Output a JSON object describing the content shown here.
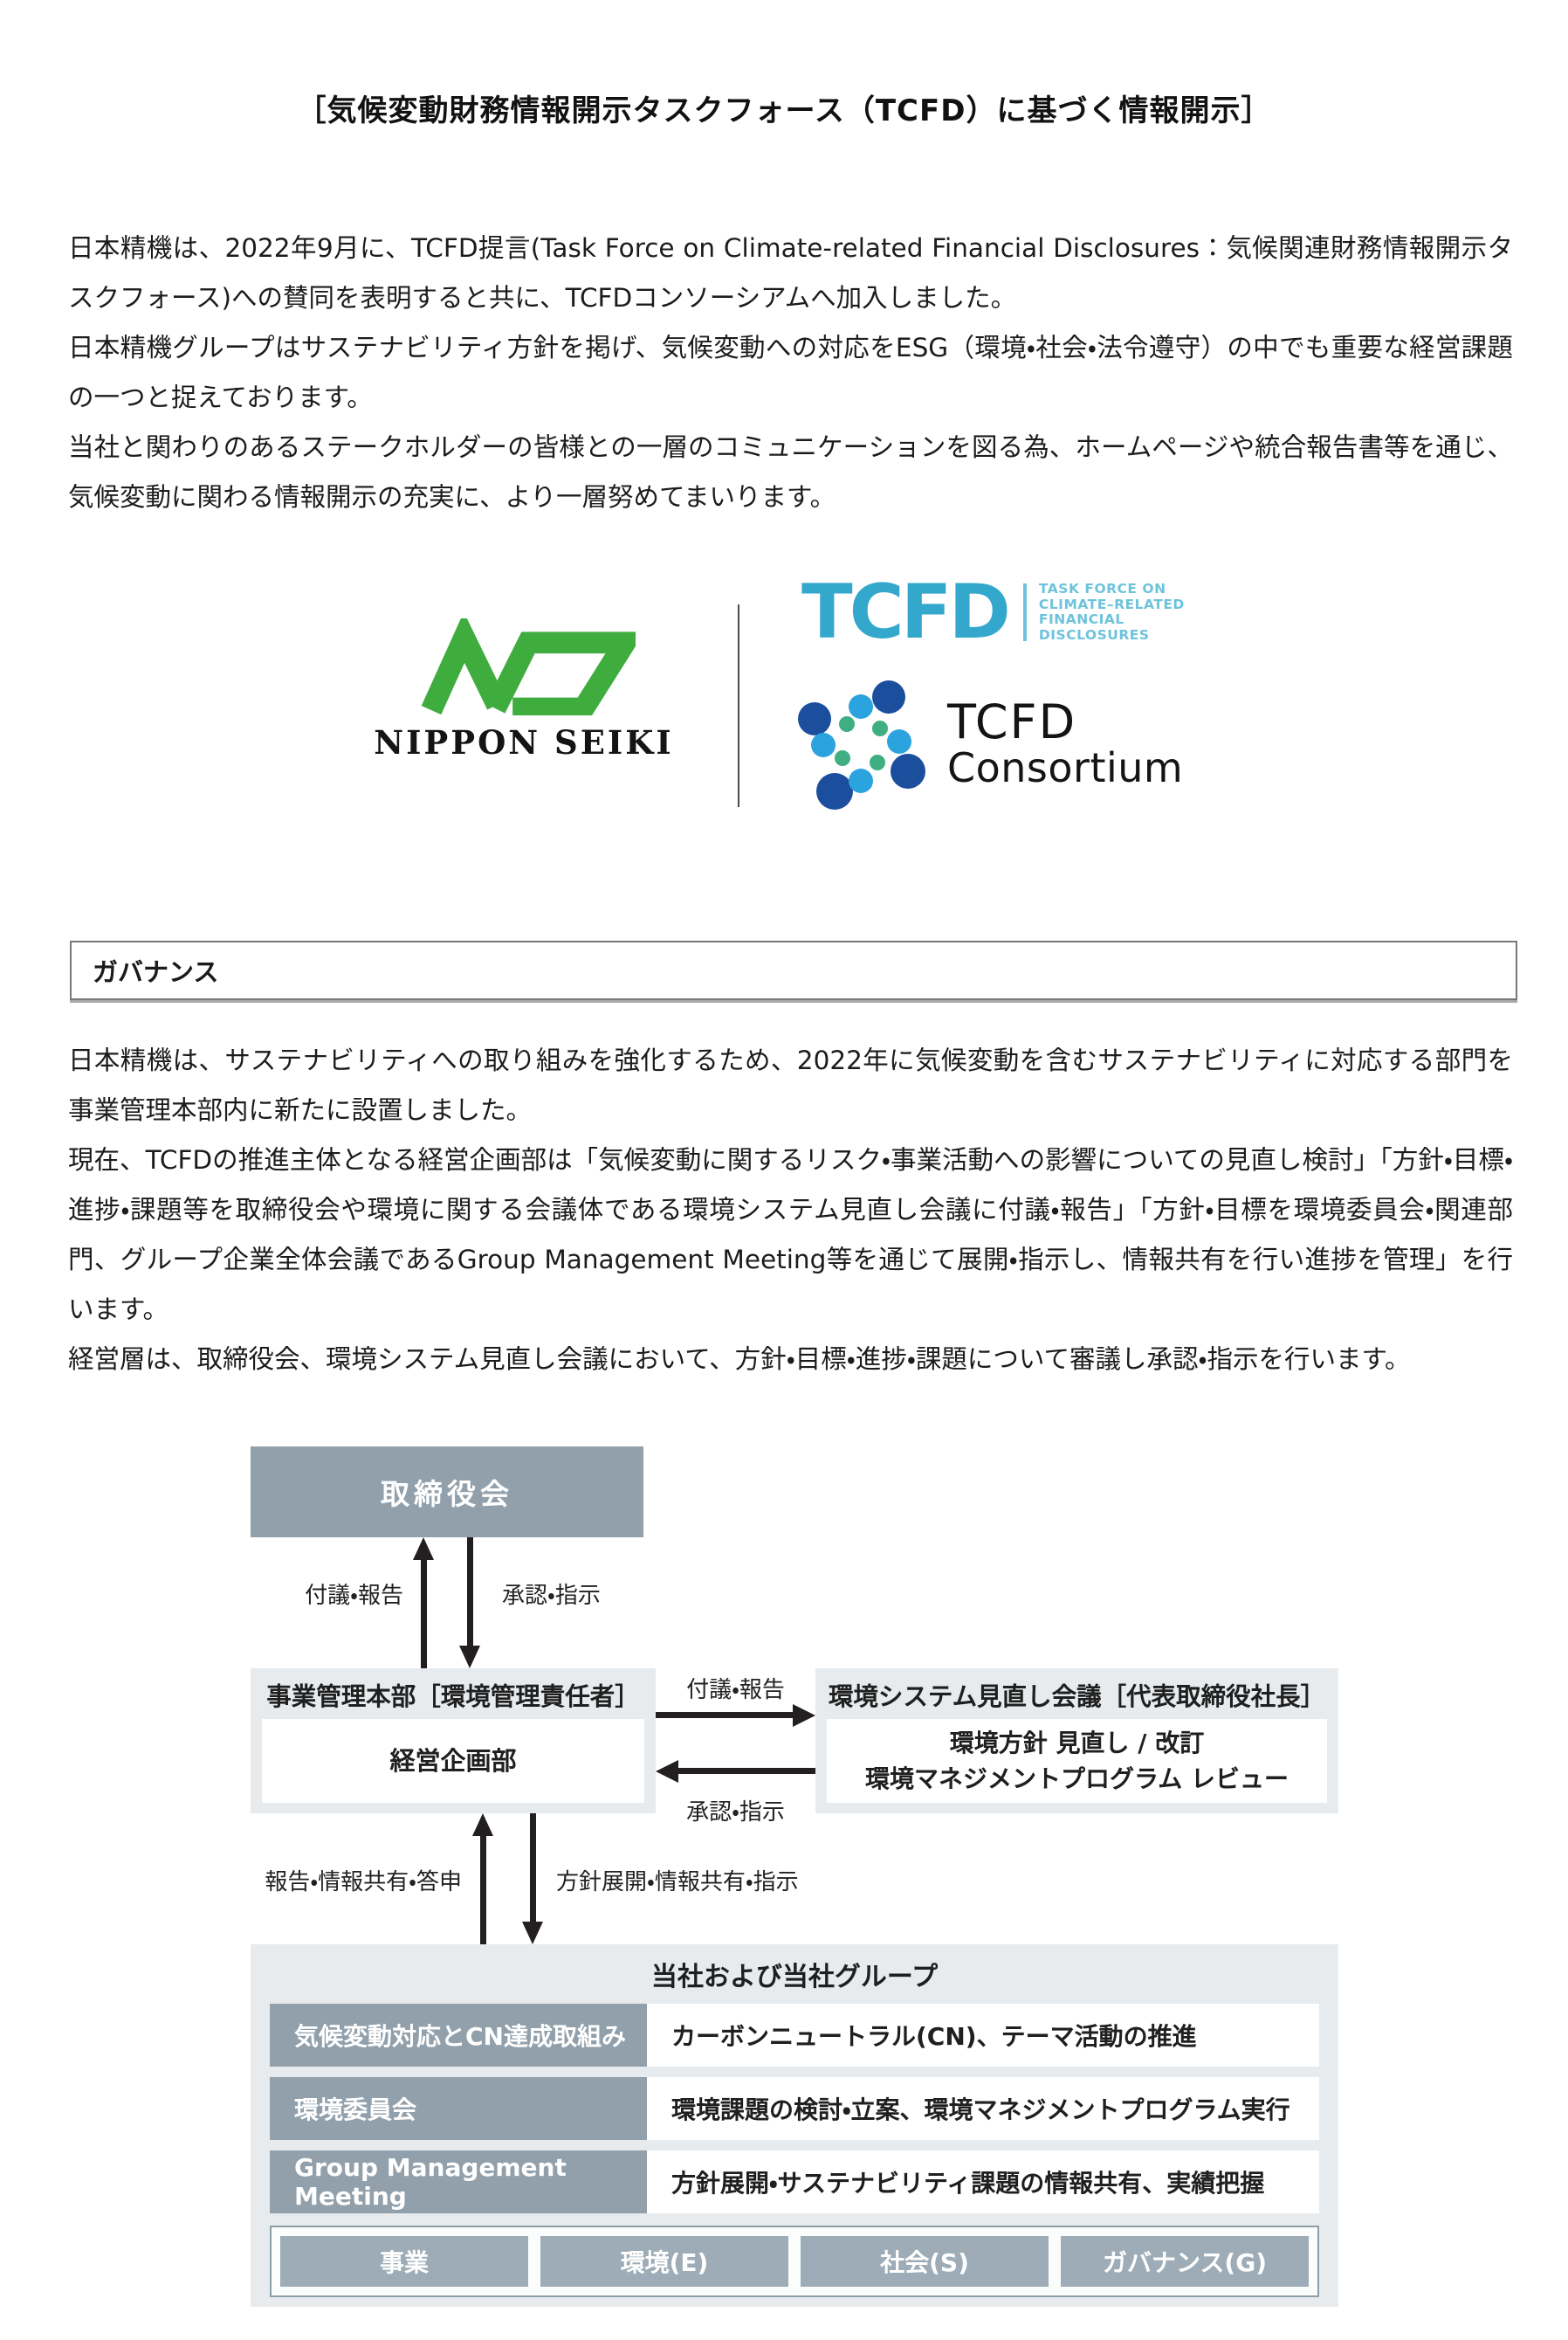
{
  "page": {
    "title": "［気候変動財務情報開示タスクフォース（TCFD）に基づく情報開示］"
  },
  "intro": {
    "p1": "日本精機は、2022年9月に、TCFD提言(Task Force on Climate-related Financial Disclosures：気候関連財務情報開示タスクフォース)への賛同を表明すると共に、TCFDコンソーシアムへ加入しました。",
    "p2": "日本精機グループはサステナビリティ方針を掲げ、気候変動への対応をESG（環境・社会・法令遵守）の中でも重要な経営課題の一つと捉えております。",
    "p3": "当社と関わりのあるステークホルダーの皆様との一層のコミュニケーションを図る為、ホームページや統合報告書等を通じ、気候変動に関わる情報開示の充実に、より一層努めてまいります。"
  },
  "logos": {
    "nippon_seiki": {
      "name": "NIPPON SEIKI",
      "green": "#3EAD3E"
    },
    "tcfd": {
      "acronym": "TCFD",
      "tagline_lines": [
        "TASK FORCE ON",
        "CLIMATE–RELATED",
        "FINANCIAL",
        "DISCLOSURES"
      ],
      "blue": "#33A8CC",
      "light_blue": "#6EC3DC"
    },
    "tcfd_consortium": {
      "line1": "TCFD",
      "line2": "Consortium",
      "dot_dark_blue": "#1C4E9E",
      "dot_light_blue": "#2BA3DE",
      "dot_green": "#3FAE82"
    }
  },
  "governance": {
    "heading": "ガバナンス",
    "p1": "日本精機は、サステナビリティへの取り組みを強化するため、2022年に気候変動を含むサステナビリティに対応する部門を事業管理本部内に新たに設置しました。",
    "p2": "現在、TCFDの推進主体となる経営企画部は「気候変動に関するリスク・事業活動への影響についての見直し検討」「方針・目標・進捗・課題等を取締役会や環境に関する会議体である環境システム見直し会議に付議・報告」「方針・目標を環境委員会・関連部門、グループ企業全体会議であるGroup Management Meeting等を通じて展開・指示し、情報共有を行い進捗を管理」を行います。",
    "p3": "経営層は、取締役会、環境システム見直し会議において、方針・目標・進捗・課題について審議し承認・指示を行います。"
  },
  "diagram": {
    "board": "取締役会",
    "labels": {
      "submit_report": "付議・報告",
      "approve_instruct": "承認・指示",
      "report_share_reply": "報告・情報共有・答申",
      "policy_deploy": "方針展開・情報共有・指示"
    },
    "left_panel": {
      "header": "事業管理本部［環境管理責任者］",
      "inner": "経営企画部"
    },
    "right_panel": {
      "header": "環境システム見直し会議［代表取締役社長］",
      "inner_line1": "環境方針 見直し / 改訂",
      "inner_line2": "環境マネジメントプログラム レビュー"
    },
    "group": {
      "title": "当社および当社グループ",
      "rows": [
        {
          "label": "気候変動対応とCN達成取組み",
          "desc": "カーボンニュートラル(CN)、テーマ活動の推進"
        },
        {
          "label": "環境委員会",
          "desc": "環境課題の検討・立案、環境マネジメントプログラム実行"
        },
        {
          "label": "Group Management Meeting",
          "desc": "方針展開・サステナビリティ課題の情報共有、実績把握"
        }
      ],
      "pillars": [
        "事業",
        "環境(E)",
        "社会(S)",
        "ガバナンス(G)"
      ]
    },
    "colors": {
      "box_gray_blue": "#91A0AB",
      "panel_light": "#E7EBEE",
      "pillar_gray": "#9DACB6",
      "arrow": "#231F20"
    }
  }
}
